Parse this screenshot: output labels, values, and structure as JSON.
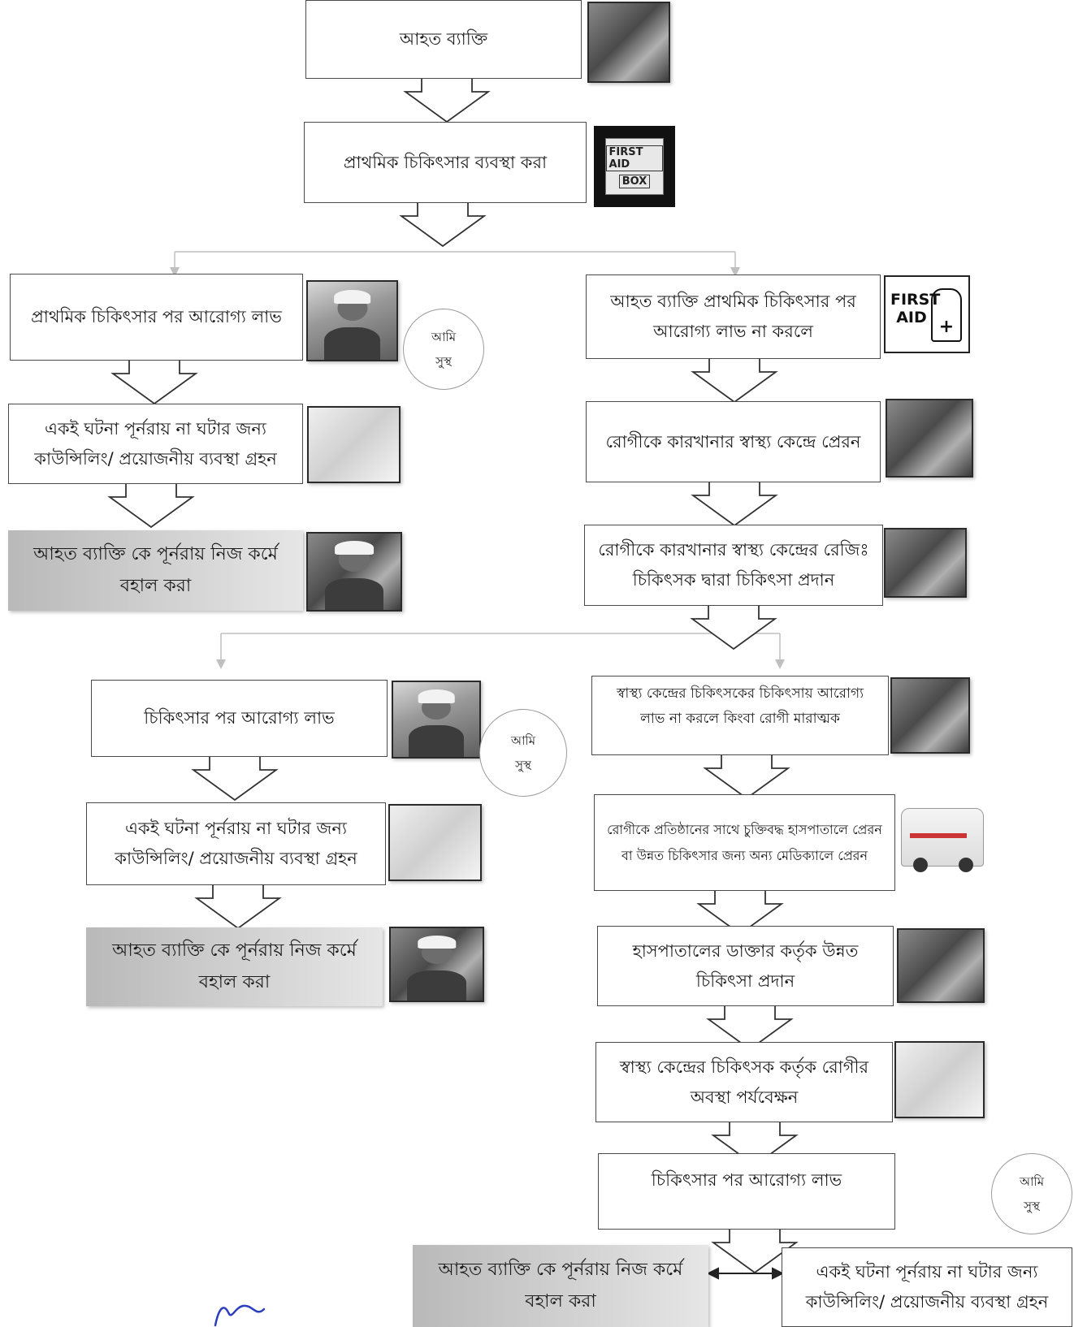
{
  "colors": {
    "border": "#4a4a4a",
    "highlight_box": "#d0d0d0",
    "connector": "#c0c0c0"
  },
  "nodes": {
    "injured": "আহত ব্যাক্তি",
    "first_aid": "প্রাথমিক চিকিৎসার ব্যবস্থা করা",
    "left": {
      "recovered": "প্রাথমিক চিকিৎসার পর আরোগ্য লাভ",
      "counseling": "একই ঘটনা পূর্নরায় না ঘটার জন্য কাউন্সিলিং/ প্রয়োজনীয় ব্যবস্থা গ্রহন",
      "reinstate": "আহত ব্যাক্তি কে পূর্নরায় নিজ কর্মে বহাল করা"
    },
    "right": {
      "not_recovered": "আহত ব্যাক্তি প্রাথমিক চিকিৎসার পর আরোগ্য লাভ না করলে",
      "send_health_center": "রোগীকে কারখানার স্বাস্থ্য কেন্দ্রে প্রেরন",
      "doctor_treatment": "রোগীকে কারখানার স্বাস্থ্য কেন্দ্রের রেজিঃ চিকিৎসক দ্বারা চিকিৎসা প্রদান"
    },
    "mid_left": {
      "recovered": "চিকিৎসার পর আরোগ্য লাভ",
      "counseling": "একই ঘটনা পূর্নরায় না ঘটার জন্য কাউন্সিলিং/ প্রয়োজনীয় ব্যবস্থা গ্রহন",
      "reinstate": "আহত ব্যাক্তি কে পূর্নরায় নিজ কর্মে বহাল করা"
    },
    "mid_right": {
      "serious": "স্বাস্থ্য কেন্দ্রের চিকিৎসকের চিকিৎসায় আরোগ্য লাভ না করলে কিংবা রোগী মারাত্মক",
      "refer_hospital": "রোগীকে প্রতিষ্ঠানের সাথে চুক্তিবদ্ধ হাসপাতালে প্রেরন বা উন্নত চিকিৎসার জন্য অন্য মেডিক্যালে প্রেরন",
      "hospital_treatment": "হাসপাতালের ডাক্তার কর্তৃক উন্নত চিকিৎসা প্রদান",
      "observation": "স্বাস্থ্য কেন্দ্রের চিকিৎসক কর্তৃক রোগীর অবস্থা পর্যবেক্ষন",
      "recovered": "চিকিৎসার পর আরোগ্য লাভ"
    },
    "bottom": {
      "reinstate": "আহত ব্যাক্তি কে পূর্নরায় নিজ কর্মে বহাল করা",
      "counseling": "একই ঘটনা পূর্নরায় না ঘটার জন্য কাউন্সিলিং/ প্রয়োজনীয় ব্যবস্থা গ্রহন"
    }
  },
  "bubbles": {
    "line1": "আমি",
    "line2": "সুস্থ"
  },
  "sign_labels": {
    "first_aid_box_top": "FIRST AID",
    "first_aid_box_bottom": "BOX",
    "first_aid_sign_line1": "FIRST",
    "first_aid_sign_line2": "AID"
  },
  "icons": [
    "injured-person-photo",
    "first-aid-box-icon",
    "healthy-worker-photo",
    "counseling-group-icon",
    "worker-at-machine-photo",
    "first-aid-sign-icon",
    "rescue-team-photo",
    "hospital-bed-photo",
    "ambulance-icon",
    "doctor-patient-photo",
    "signature-mark"
  ]
}
